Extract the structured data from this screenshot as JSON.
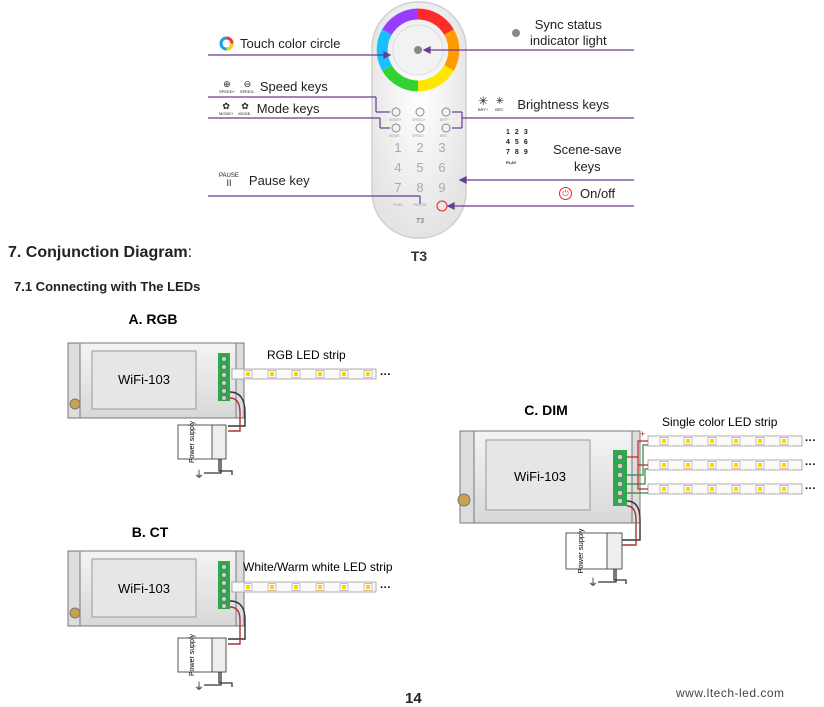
{
  "remote": {
    "model": "T3",
    "callouts": {
      "touch": "Touch color circle",
      "sync_line1": "Sync status",
      "sync_line2": "indicator light",
      "speed": "Speed keys",
      "mode": "Mode keys",
      "brightness": "Brightness keys",
      "scene_line1": "Scene-save",
      "scene_line2": "keys",
      "pause": "Pause key",
      "onoff": "On/off"
    },
    "icon_labels": {
      "speed_plus": "SPEED+",
      "speed_minus": "SPEED-",
      "mode_plus": "MODE+",
      "mode_minus": "MODE-",
      "brt_plus": "BRT+",
      "brt_minus": "BRT-",
      "pause": "PAUSE",
      "play": "PLAY"
    },
    "keypad": [
      "1",
      "2",
      "3",
      "4",
      "5",
      "6",
      "7",
      "8",
      "9"
    ],
    "brand_mark": "T3"
  },
  "section": {
    "heading": "7. Conjunction Diagram",
    "heading_suffix": ":",
    "subheading": "7.1 Connecting with The LEDs"
  },
  "diagrams": {
    "a": {
      "title": "A. RGB",
      "controller": "WiFi-103",
      "strip": "RGB LED strip",
      "psu": "Power supply"
    },
    "b": {
      "title": "B. CT",
      "controller": "WiFi-103",
      "strip": "White/Warm white LED strip",
      "psu": "Power supply"
    },
    "c": {
      "title": "C. DIM",
      "controller": "WiFi-103",
      "strip": "Single color LED strip",
      "psu": "Power supply"
    }
  },
  "footer": {
    "page": "14",
    "url": "www.ltech-led.com"
  }
}
